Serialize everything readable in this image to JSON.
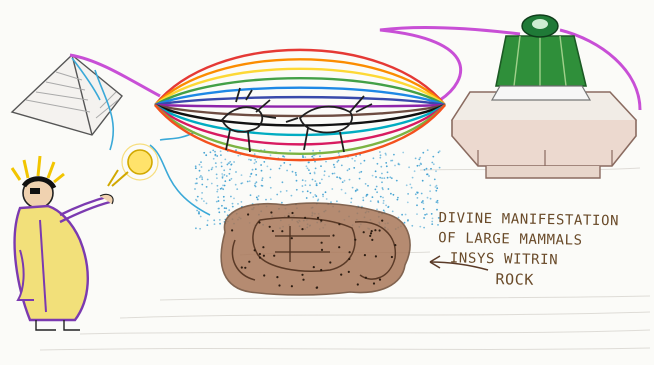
{
  "caption": {
    "line1": "DIVINE MANIFESTATION",
    "line2": "OF LARGE MAMMALS",
    "line3": "INSYS WITRIN",
    "line4": "ROCK"
  },
  "colors": {
    "paper": "#fbfbf8",
    "magenta_thread": "#c84fd6",
    "blue_thread": "#3aa9d8",
    "rock_brown": "#9a6a4a",
    "rain_blue": "#3d9fd0",
    "robe_yellow": "#f2e07a",
    "robe_purple": "#7b3ab0",
    "gem_green": "#2f8f3a",
    "ink": "#222222"
  },
  "icons": {
    "pyramid": "pyramid-icon",
    "zeppelin": "rainbow-spindle-icon",
    "rock": "rock-icon",
    "pedestal": "octagonal-pedestal-icon",
    "figure": "robed-figure-icon",
    "orb": "glowing-orb-icon"
  }
}
